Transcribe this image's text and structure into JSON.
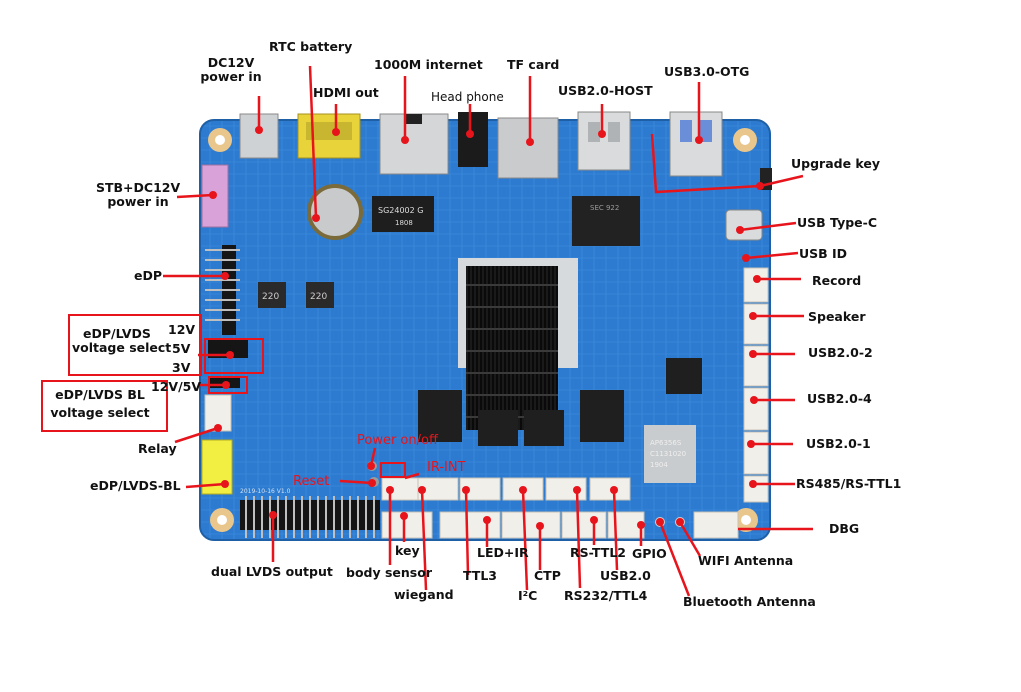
{
  "diagram": {
    "subject": "Embedded development board interface layout",
    "colors": {
      "callout": "#e8141c",
      "pcb": "#2a78c8",
      "text": "#111111"
    },
    "labels": {
      "dc12v": "DC12V\npower in",
      "rtc": "RTC battery",
      "hdmi": "HDMI out",
      "internet": "1000M internet",
      "headphone": "Head phone",
      "tf": "TF card",
      "usb2host": "USB2.0-HOST",
      "usb3otg": "USB3.0-OTG",
      "upgrade": "Upgrade key",
      "stb": "STB+DC12V\npower in",
      "typec": "USB  Type-C",
      "usbid": "USB  ID",
      "edp": "eDP",
      "record": "Record",
      "speaker": "Speaker",
      "usb2_2": "USB2.0-2",
      "usb2_4": "USB2.0-4",
      "usb2_1": "USB2.0-1",
      "rs485": "RS485/RS-TTL1",
      "dbg": "DBG",
      "volt_sel": "eDP/LVDS\nvoltage select",
      "v12": "12V",
      "v5": "5V",
      "v3": "3V",
      "v12_5": "12V/5V",
      "bl_sel": "eDP/LVDS BL\nvoltage select",
      "relay": "Relay",
      "edp_bl": "eDP/LVDS-BL",
      "power_onoff": "Power on/off",
      "ir_int": "IR-INT",
      "reset": "Reset",
      "dual_lvds": "dual LVDS output",
      "key": "key",
      "body_sensor": "body sensor",
      "wiegand": "wiegand",
      "ttl3": "TTL3",
      "led_ir": "LED+IR",
      "i2c": "I²C",
      "ctp": "CTP",
      "rs_ttl2": "RS-TTL2",
      "rs232": "RS232/TTL4",
      "usb20": "USB2.0",
      "gpio": "GPIO",
      "wifi": "WIFI Antenna",
      "bt": "Bluetooth Antenna"
    },
    "silkscreen": {
      "lan_chip": "SG24002 G",
      "lan_chip_code": "1808",
      "emmc": "SEC 922",
      "wifi_module": "AP6356S",
      "wifi_module_code": "C1131020",
      "wifi_module_date": "1904",
      "board_date": "2019-10-16 V1.0",
      "inductor": "220"
    }
  }
}
